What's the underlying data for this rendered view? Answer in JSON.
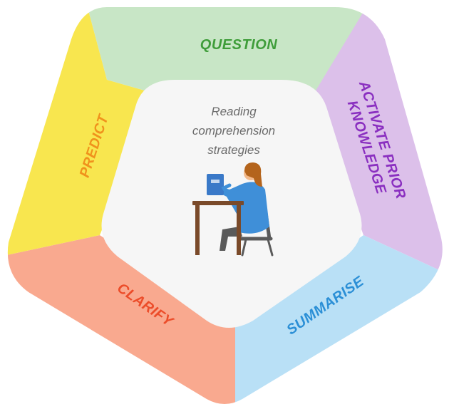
{
  "center": {
    "lines": [
      "Reading",
      "comprehension",
      "strategies"
    ],
    "illustration": "person-reading-at-desk-icon"
  },
  "segments": [
    {
      "id": "question",
      "label": "QUESTION",
      "fill": "#c8e6c6",
      "text_color": "#3f9d3a"
    },
    {
      "id": "activate",
      "label_lines": [
        "ACTIVATE PRIOR",
        "KNOWLEDGE"
      ],
      "fill": "#dcc0ea",
      "text_color": "#8a2fc0"
    },
    {
      "id": "summarise",
      "label": "SUMMARISE",
      "fill": "#b9e0f6",
      "text_color": "#2b8fd6"
    },
    {
      "id": "clarify",
      "label": "CLARIFY",
      "fill": "#f9a98f",
      "text_color": "#ec4d2a"
    },
    {
      "id": "predict",
      "label": "PREDICT",
      "fill": "#f8e64f",
      "text_color": "#f0921c"
    }
  ],
  "colors": {
    "center_fill": "#f6f6f6",
    "person_shirt": "#3f8fd8",
    "person_hair": "#b4641c",
    "person_skin": "#f3b98a",
    "book": "#3a79c8",
    "desk": "#7a4a2a",
    "chair": "#5a5a5a"
  }
}
